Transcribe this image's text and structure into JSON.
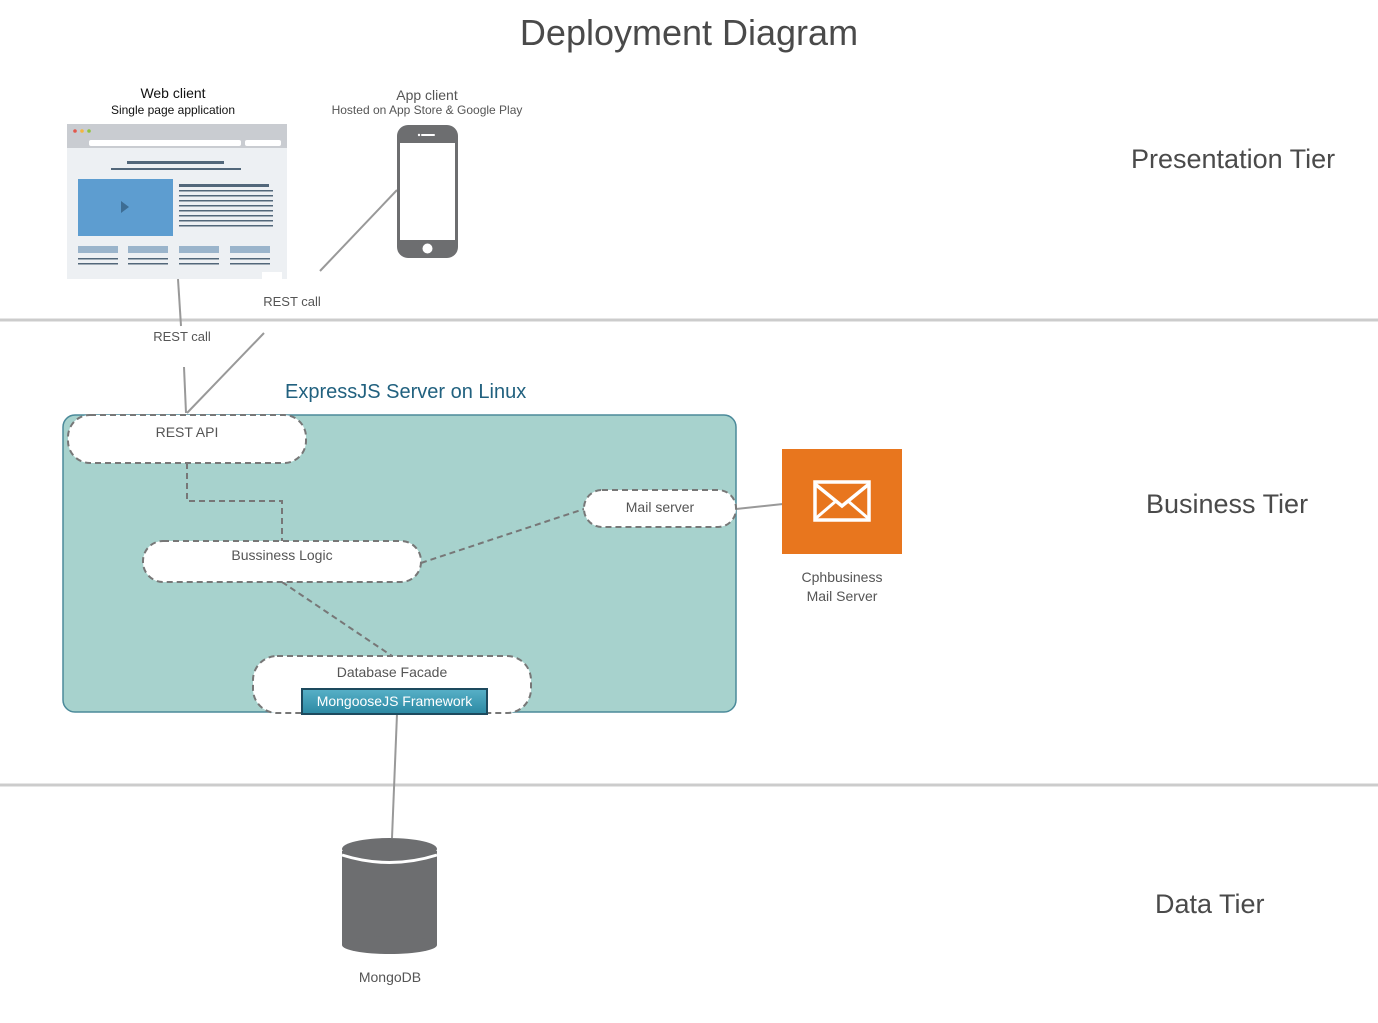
{
  "title": "Deployment Diagram",
  "tiers": {
    "presentation": "Presentation Tier",
    "business": "Business Tier",
    "data": "Data Tier"
  },
  "web_client": {
    "title": "Web client",
    "subtitle": "Single page application"
  },
  "app_client": {
    "title": "App client",
    "subtitle": "Hosted on App Store & Google Play"
  },
  "connections": {
    "rest_call_web": "REST call",
    "rest_call_app": "REST call"
  },
  "server": {
    "title": "ExpressJS Server on Linux",
    "rest_api": "REST API",
    "business_logic": "Bussiness Logic",
    "mail_server": "Mail server",
    "database_facade": "Database Facade",
    "framework": "MongooseJS Framework"
  },
  "mail_service": {
    "line1": "Cphbusiness",
    "line2": "Mail Server"
  },
  "database": {
    "label": "MongoDB"
  },
  "colors": {
    "server_fill": "#a7d2cd",
    "server_border": "#4b8a9a",
    "mail_orange": "#e8761e",
    "device_gray": "#6d6e70",
    "separator": "#cccccc"
  }
}
